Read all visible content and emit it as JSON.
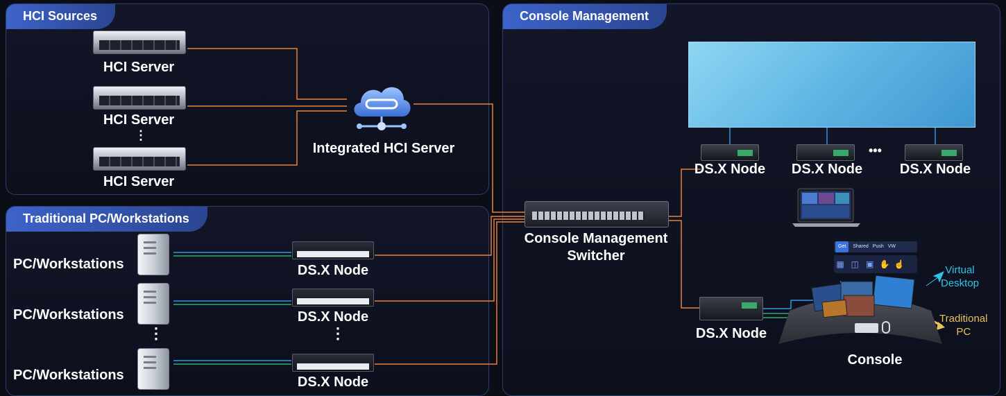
{
  "sections": {
    "hci_sources": "HCI Sources",
    "traditional": "Traditional PC/Workstations",
    "console_management": "Console Management"
  },
  "hci": {
    "server_label": "HCI Server",
    "integrated_label": "Integrated HCI Server",
    "ellipsis": "⋮"
  },
  "traditional": {
    "pc_label": "PC/Workstations",
    "node_label": "DS.X Node",
    "ellipsis": "⋮"
  },
  "console": {
    "switch_label_line1": "Console Management",
    "switch_label_line2": "Switcher",
    "node_label": "DS.X Node",
    "ellipsis": "•••",
    "console_label": "Console",
    "virtual_line1": "Virtual",
    "virtual_line2": "Desktop",
    "traditional_line1": "Traditional",
    "traditional_line2": "PC",
    "toolbar": [
      "Get",
      "Shared",
      "Push",
      "VW"
    ]
  },
  "colors": {
    "orange_link": "#e8823a",
    "blue_link": "#2f9ae0",
    "green_link": "#2fae6a",
    "virtual_text": "#2ec4e8",
    "traditional_text": "#e8c25a"
  },
  "icons": [
    "server-icon",
    "cloud-icon",
    "pc-tower-icon",
    "node-device-icon",
    "switch-icon",
    "video-wall-icon",
    "laptop-icon",
    "console-desk-icon",
    "keyboard-icon",
    "mouse-icon"
  ]
}
